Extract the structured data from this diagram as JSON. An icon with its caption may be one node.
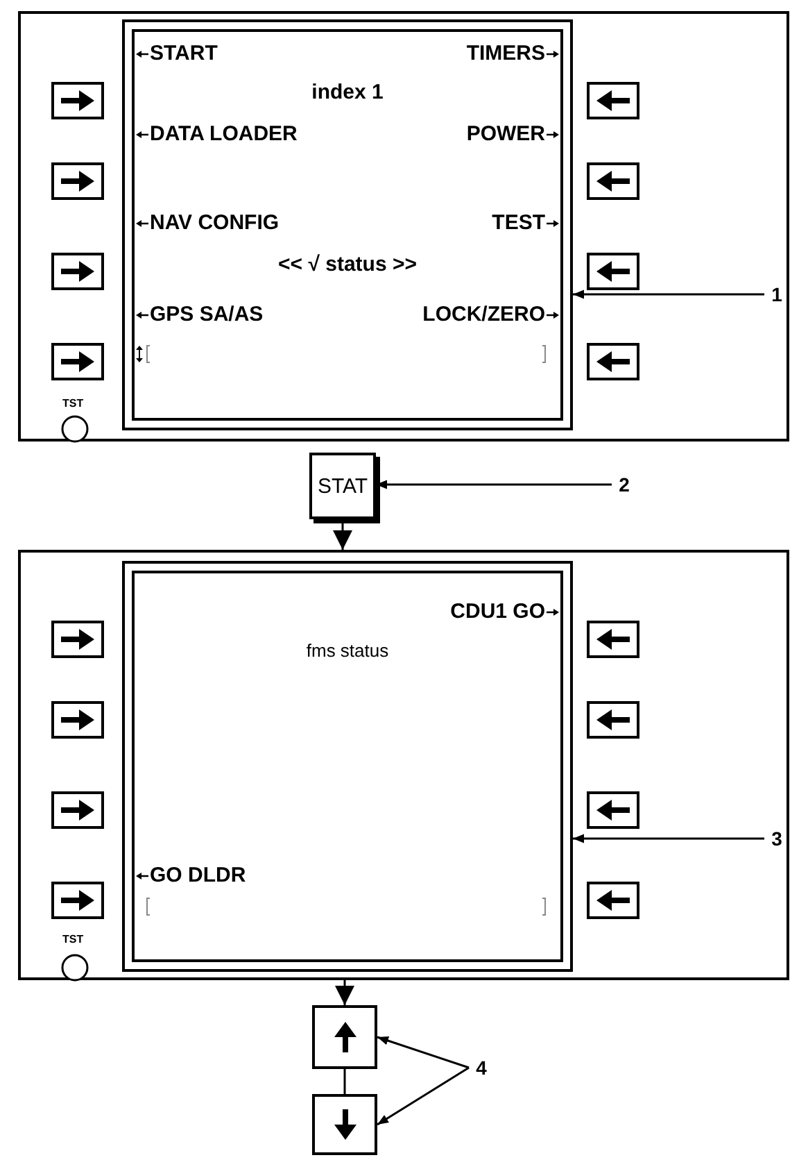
{
  "diagram": {
    "nodes": [
      {
        "text": [],
        "shape": "box"
      },
      {
        "text": [
          "START",
          "TIMERS",
          "index 1",
          "DATA LOADER",
          "POWER",
          "NAV CONFIG",
          "TEST",
          "<< √ status >>",
          "GPS SA/AS",
          "LOCK/ZERO"
        ],
        "in": 0
      },
      {
        "text": [
          "STAT"
        ]
      },
      {
        "text": [],
        "shape": "box"
      },
      {
        "text": [
          "CDU1 GO",
          "fms status",
          "GO DLDR"
        ],
        "in": 3
      },
      {
        "text": [],
        "shape": "box"
      },
      {
        "text": [],
        "shape": "box"
      },
      {
        "text": [
          "1"
        ],
        "in": 0
      },
      {
        "text": [
          "2"
        ]
      },
      {
        "text": [
          "3"
        ],
        "in": 3
      },
      {
        "text": [
          "4"
        ]
      }
    ],
    "edges": [
      {
        "from": 2,
        "to": 3,
        "arrow": "to"
      },
      {
        "from": 3,
        "to": 5,
        "arrow": "to"
      },
      {
        "from": 5,
        "to": 6,
        "arrow": "none"
      },
      {
        "from": 7,
        "to": 1,
        "arrow": "to"
      },
      {
        "from": 8,
        "to": 2,
        "arrow": "to"
      },
      {
        "from": 9,
        "to": 4,
        "arrow": "to"
      },
      {
        "from": 10,
        "to": 5,
        "arrow": "to"
      },
      {
        "from": 10,
        "to": 6,
        "arrow": "to"
      }
    ],
    "labels": [
      "TST",
      "TST"
    ]
  }
}
